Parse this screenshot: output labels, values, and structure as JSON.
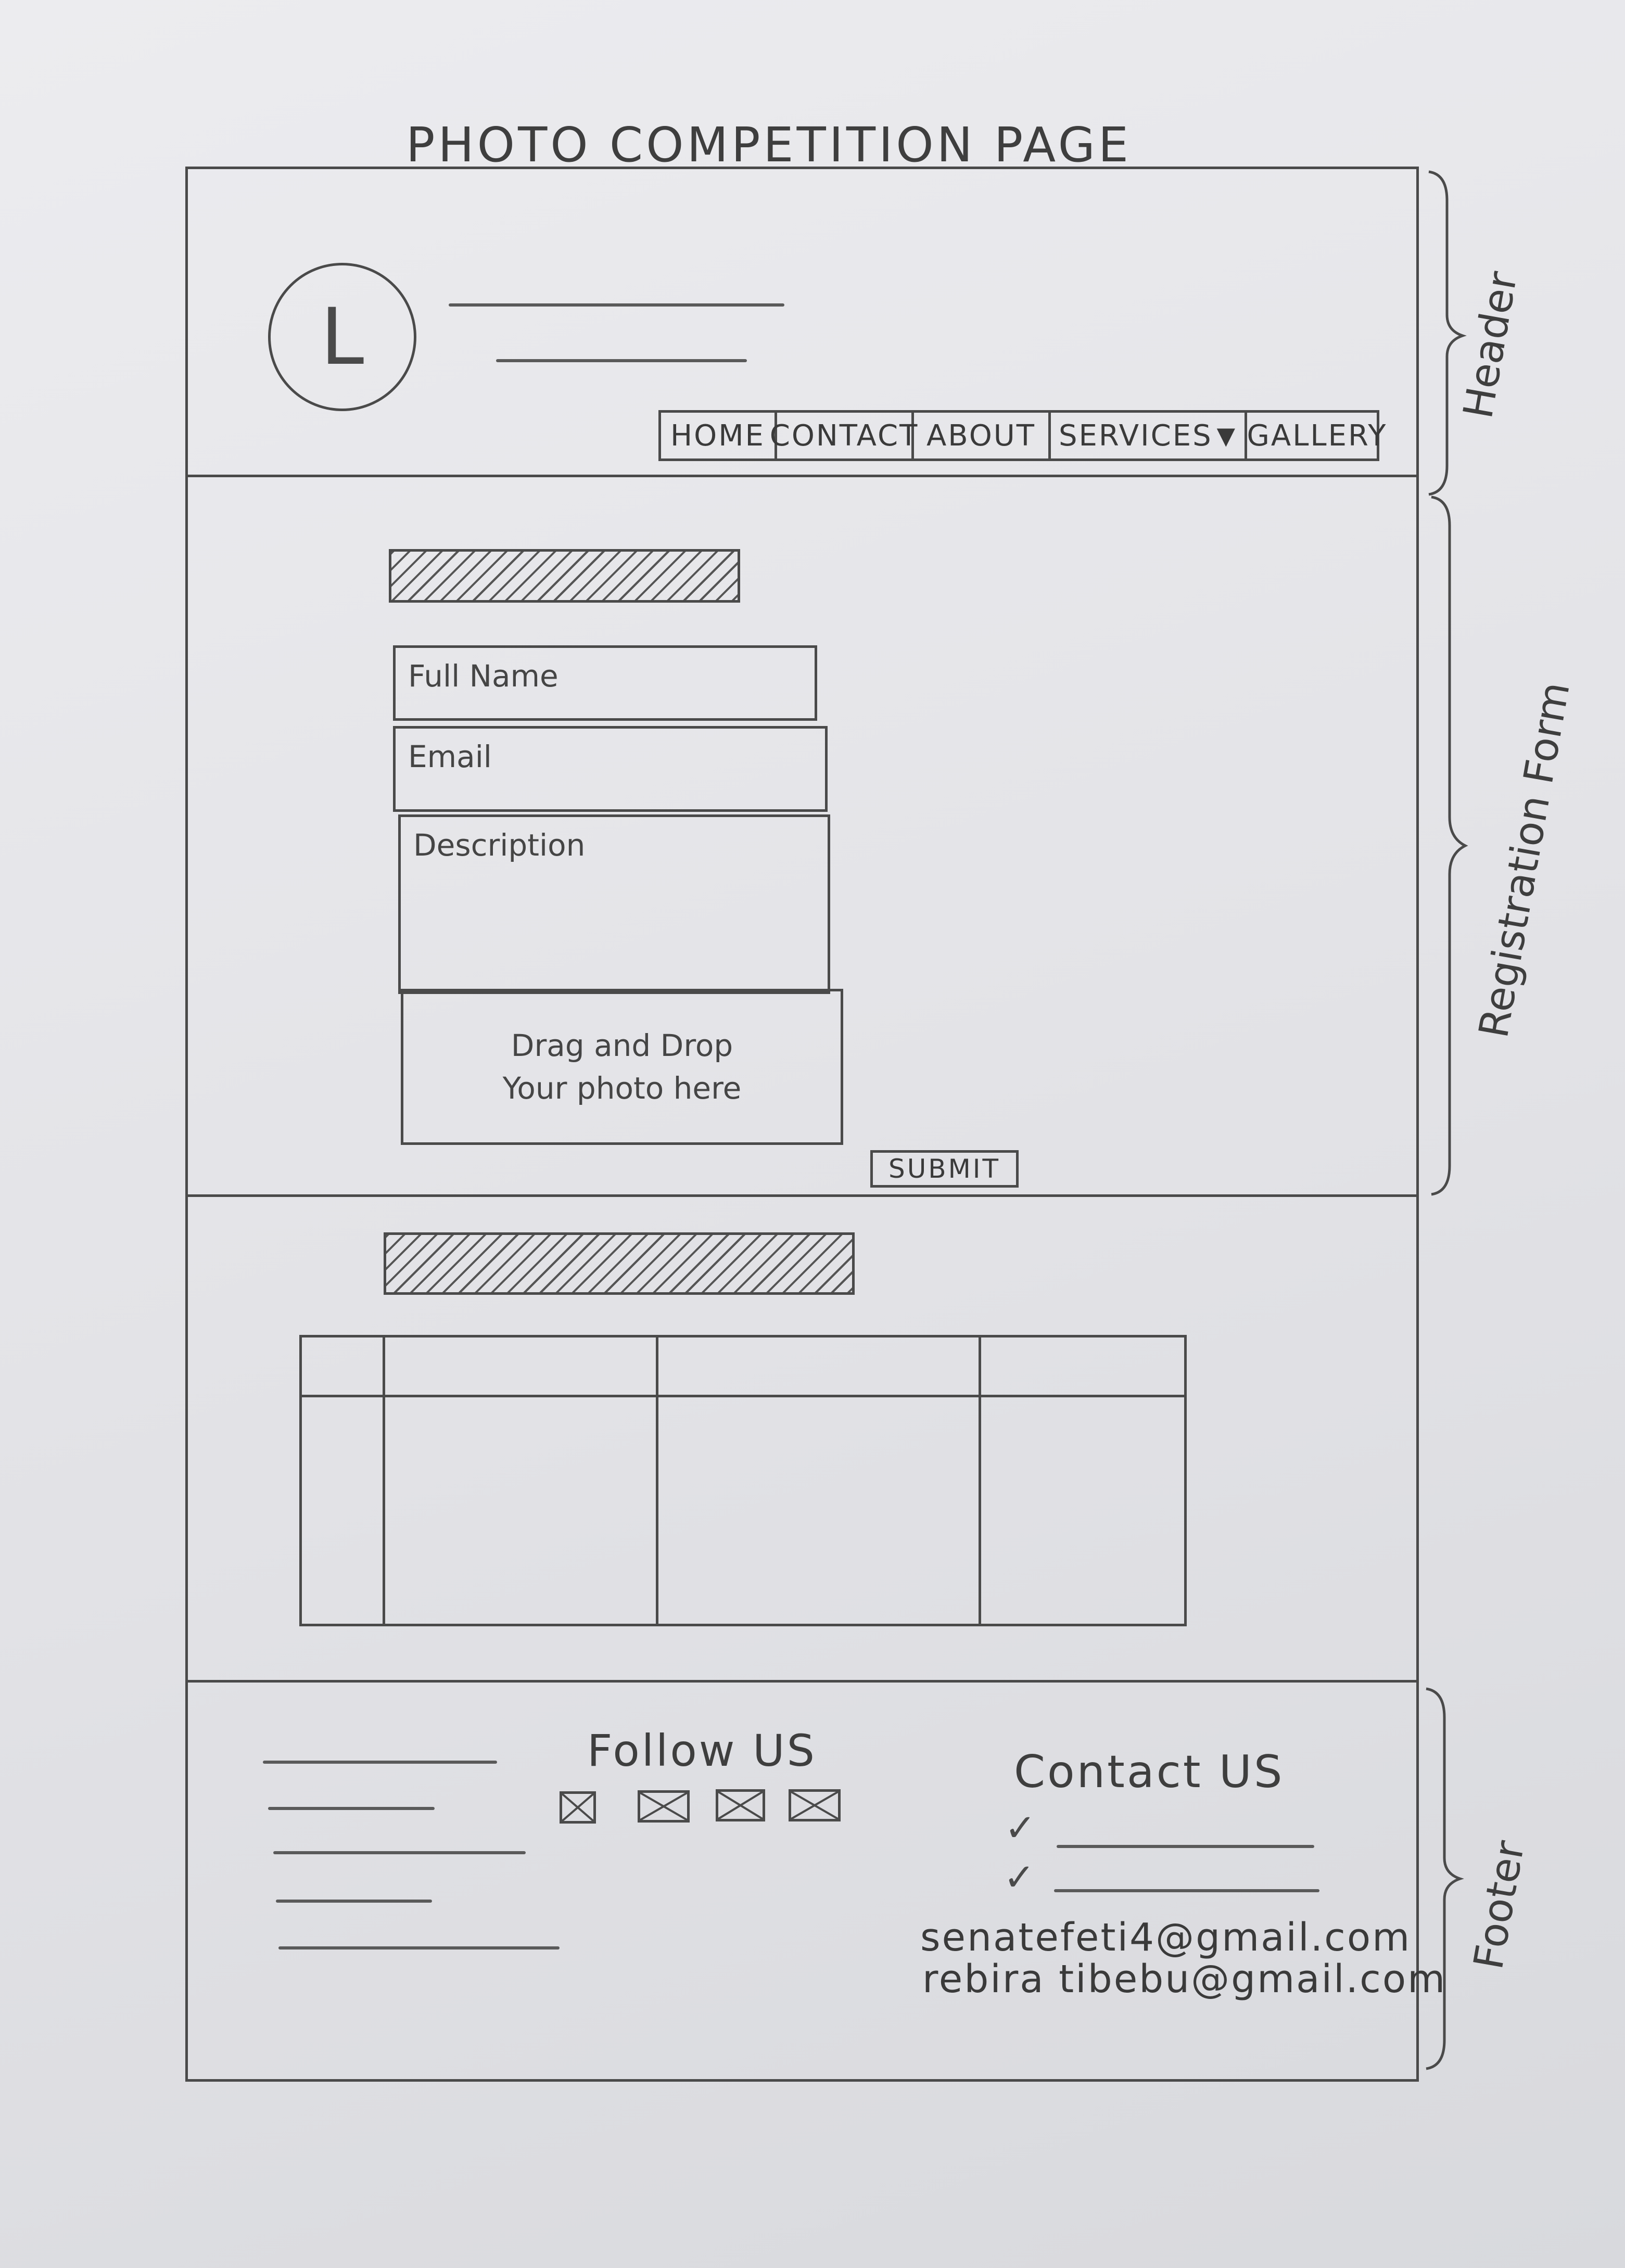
{
  "page": {
    "title": "PHOTO COMPETITION PAGE"
  },
  "header": {
    "logo_letter": "L",
    "nav": [
      "HOME",
      "CONTACT",
      "ABOUT",
      "SERVICES",
      "GALLERY"
    ],
    "services_dropdown_icon": "triangle-down-icon"
  },
  "registration_form": {
    "full_name_placeholder": "Full Name",
    "email_placeholder": "Email",
    "description_placeholder": "Description",
    "drop_zone_line1": "Drag and Drop",
    "drop_zone_line2": "Your photo here",
    "submit_label": "SUBMIT"
  },
  "footer": {
    "follow_title": "Follow US",
    "social_icon": "image-placeholder-icon",
    "contact_title": "Contact US",
    "phone_icon": "phone-icon",
    "emails": [
      "senatefeti4@gmail.com",
      "rebira tibebu@gmail.com"
    ]
  },
  "annotations": {
    "header": "Header",
    "registration": "Registration Form",
    "footer": "Footer"
  },
  "colors": {
    "paper": "#e4e4e8",
    "pencil": "#4a4a4a"
  }
}
